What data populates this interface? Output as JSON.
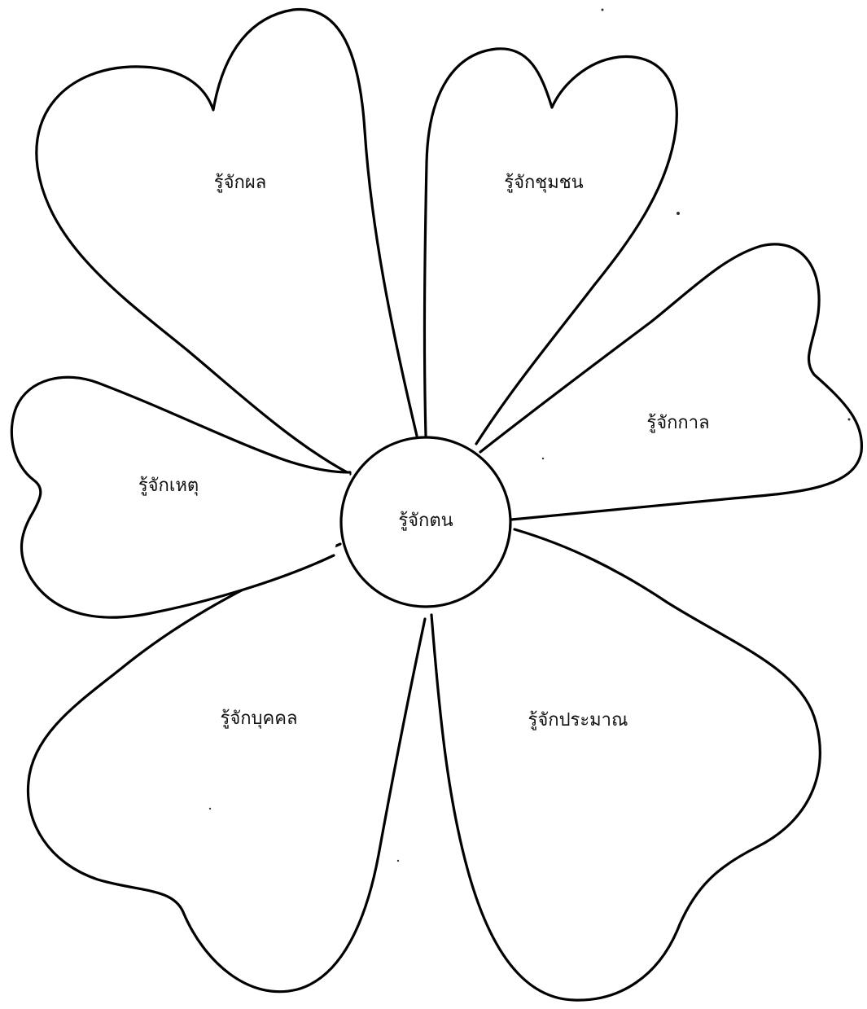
{
  "diagram": {
    "center": {
      "label": "รู้จักตน"
    },
    "petals": [
      {
        "id": "top-left",
        "label": "รู้จักผล"
      },
      {
        "id": "top-right",
        "label": "รู้จักชุมชน"
      },
      {
        "id": "right",
        "label": "รู้จักกาล"
      },
      {
        "id": "bottom-right",
        "label": "รู้จักประมาณ"
      },
      {
        "id": "bottom-left",
        "label": "รู้จักบุคคล"
      },
      {
        "id": "left",
        "label": "รู้จักเหตุ"
      }
    ]
  }
}
